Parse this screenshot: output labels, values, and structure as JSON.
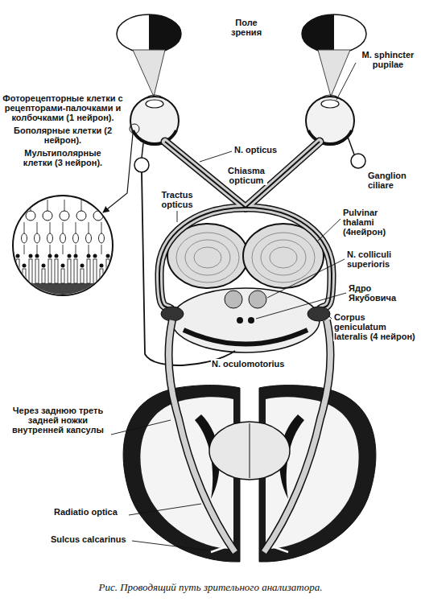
{
  "diagram": {
    "caption": "Рис. Проводящий путь зрительного анализатора.",
    "labels": [
      "Поле зрения",
      "M. sphincter pupilae",
      "Фоторецепторные клетки с рецепторами-палочками и колбочками (1 нейрон).",
      "Бополярные клетки (2 нейрон).",
      "Мультиполярные клетки (3 нейрон).",
      "N. opticus",
      "Chiasma opticum",
      "Ganglion ciliare",
      "Tractus opticus",
      "Pulvinar thalami (4нейрон)",
      "N. colliculi superioris",
      "Ядро Якубовича",
      "Corpus geniculatum lateralis (4 нейрон)",
      "N. oculomotorius",
      "Через заднюю треть задней ножки внутренней капсулы",
      "Radiatio optica",
      "Sulcus calcarinus"
    ]
  }
}
